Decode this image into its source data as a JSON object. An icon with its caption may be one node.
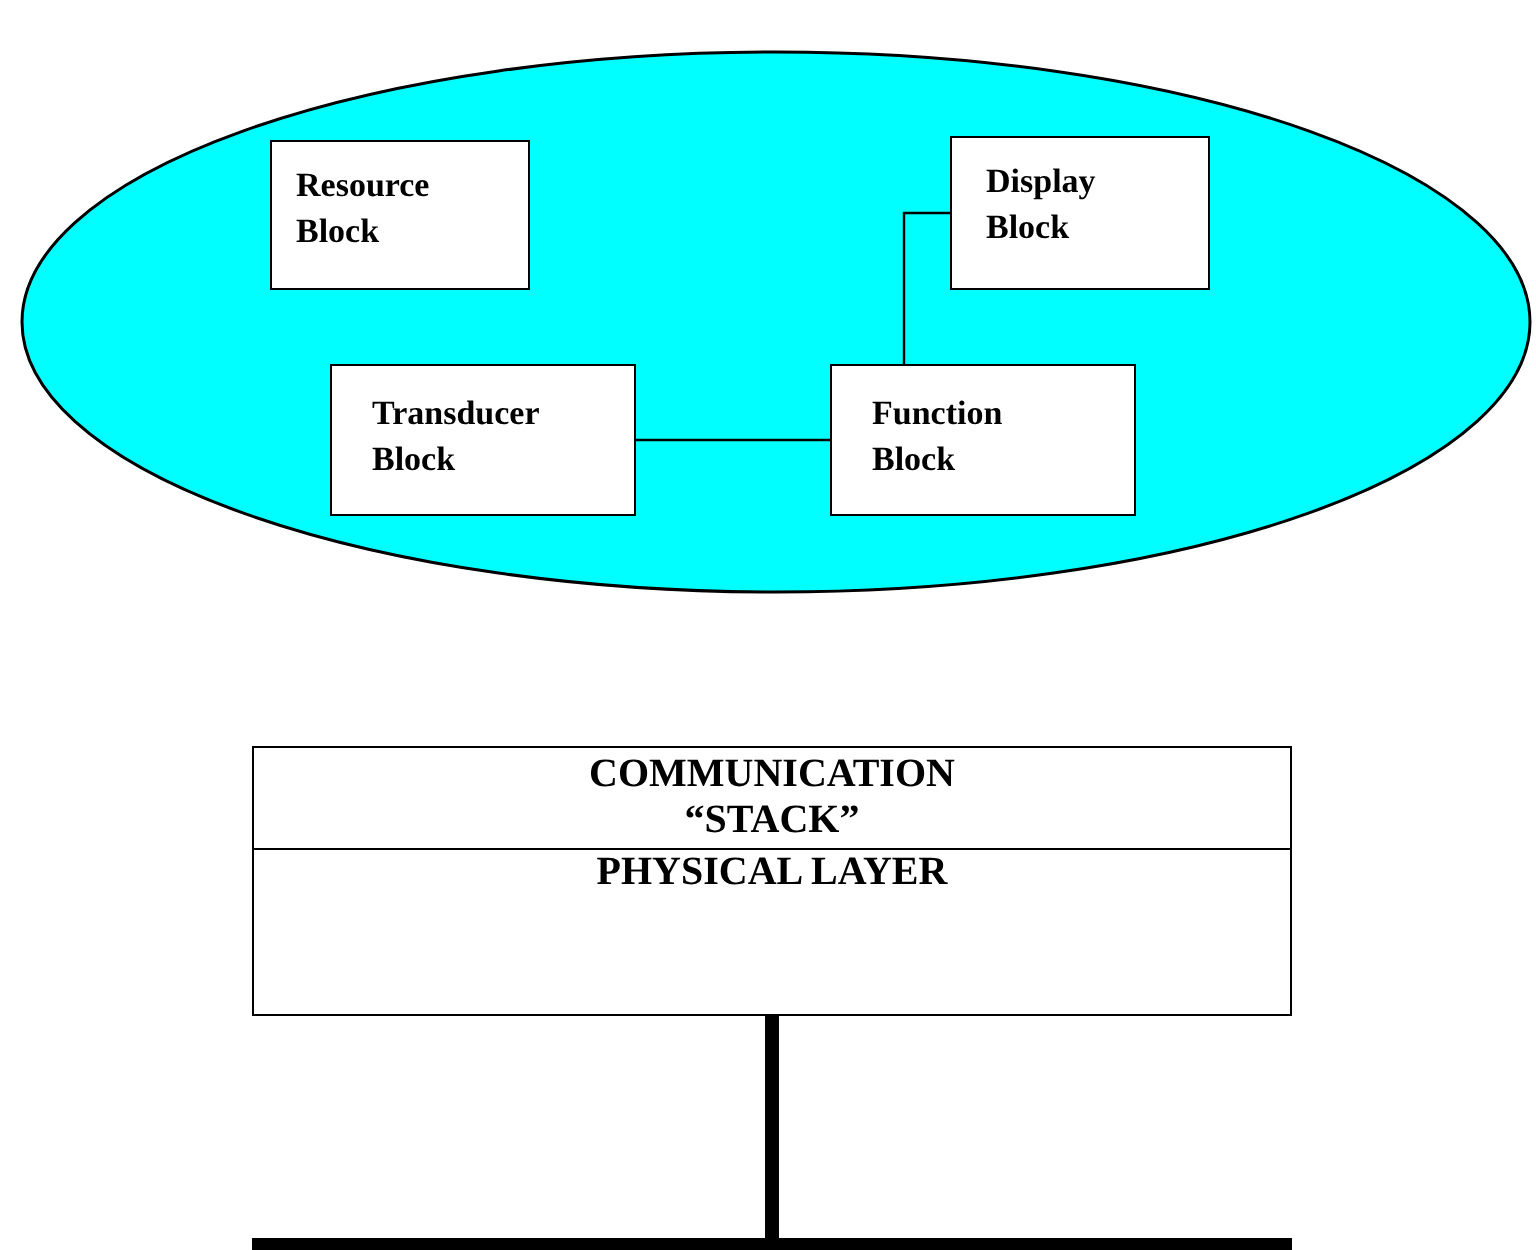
{
  "diagram": {
    "nodes": [
      {
        "text": [],
        "shape": "ellipse"
      },
      {
        "text": [
          "Resource Block"
        ],
        "in": 0
      },
      {
        "text": [
          "Display Block"
        ],
        "in": 0
      },
      {
        "text": [
          "Transducer Block"
        ],
        "in": 0
      },
      {
        "text": [
          "Function Block"
        ],
        "in": 0
      },
      {
        "text": [
          "COMMUNICATION “STACK”"
        ]
      },
      {
        "text": [
          "PHYSICAL LAYER"
        ]
      },
      {
        "text": [],
        "shape": "bar"
      }
    ],
    "edges": [
      {
        "from": 3,
        "to": 4,
        "arrow": "none"
      },
      {
        "from": 4,
        "to": 2,
        "arrow": "none"
      },
      {
        "from": 6,
        "to": 7,
        "arrow": "none",
        "style": "thick"
      }
    ]
  }
}
